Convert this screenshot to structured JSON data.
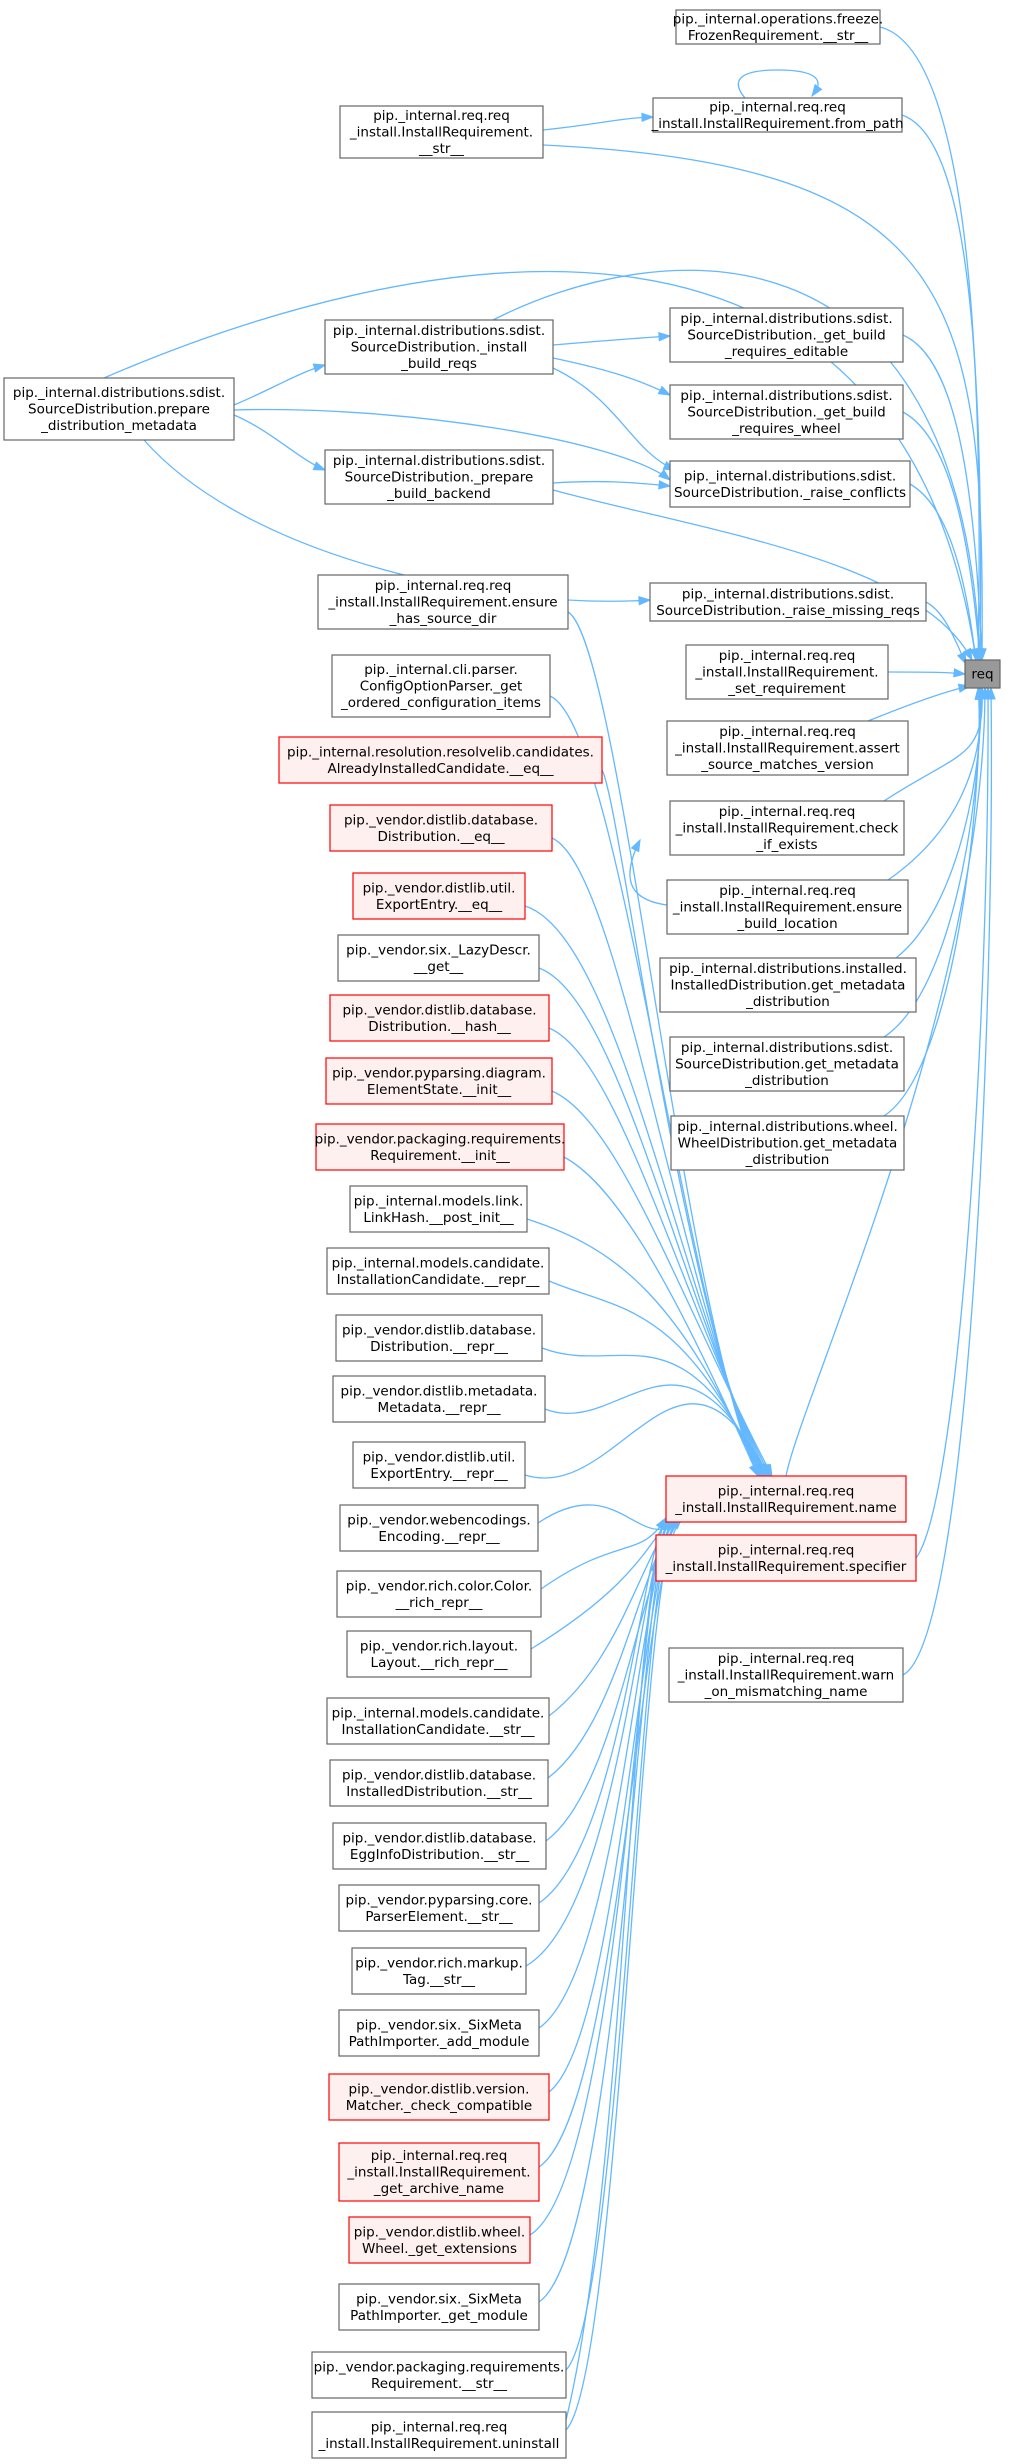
{
  "colors": {
    "edge": "#63b8ff",
    "node_border": "#666666",
    "node_fill": "#ffffff",
    "highlight_border": "#ff0000",
    "highlight_fill": "#fff0f0",
    "root_fill": "#999999"
  },
  "nodes": [
    {
      "id": "req",
      "kind": "root",
      "lines": [
        "req"
      ]
    },
    {
      "id": "freeze_str",
      "kind": "normal",
      "lines": [
        "pip._internal.operations.freeze.",
        "FrozenRequirement.__str__"
      ]
    },
    {
      "id": "from_path",
      "kind": "normal",
      "lines": [
        "pip._internal.req.req",
        "_install.InstallRequirement.from_path"
      ]
    },
    {
      "id": "ir_str",
      "kind": "normal",
      "lines": [
        "pip._internal.req.req",
        "_install.InstallRequirement.",
        "__str__"
      ]
    },
    {
      "id": "install_build_reqs",
      "kind": "normal",
      "lines": [
        "pip._internal.distributions.sdist.",
        "SourceDistribution._install",
        "_build_reqs"
      ]
    },
    {
      "id": "get_build_editable",
      "kind": "normal",
      "lines": [
        "pip._internal.distributions.sdist.",
        "SourceDistribution._get_build",
        "_requires_editable"
      ]
    },
    {
      "id": "prepare_meta",
      "kind": "normal",
      "lines": [
        "pip._internal.distributions.sdist.",
        "SourceDistribution.prepare",
        "_distribution_metadata"
      ]
    },
    {
      "id": "get_build_wheel",
      "kind": "normal",
      "lines": [
        "pip._internal.distributions.sdist.",
        "SourceDistribution._get_build",
        "_requires_wheel"
      ]
    },
    {
      "id": "prepare_backend",
      "kind": "normal",
      "lines": [
        "pip._internal.distributions.sdist.",
        "SourceDistribution._prepare",
        "_build_backend"
      ]
    },
    {
      "id": "raise_conflicts",
      "kind": "normal",
      "lines": [
        "pip._internal.distributions.sdist.",
        "SourceDistribution._raise_conflicts"
      ]
    },
    {
      "id": "ensure_src",
      "kind": "normal",
      "lines": [
        "pip._internal.req.req",
        "_install.InstallRequirement.ensure",
        "_has_source_dir"
      ]
    },
    {
      "id": "raise_missing",
      "kind": "normal",
      "lines": [
        "pip._internal.distributions.sdist.",
        "SourceDistribution._raise_missing_reqs"
      ]
    },
    {
      "id": "set_req",
      "kind": "normal",
      "lines": [
        "pip._internal.req.req",
        "_install.InstallRequirement.",
        "_set_requirement"
      ]
    },
    {
      "id": "cfg_items",
      "kind": "normal",
      "lines": [
        "pip._internal.cli.parser.",
        "ConfigOptionParser._get",
        "_ordered_configuration_items"
      ]
    },
    {
      "id": "assert_src",
      "kind": "normal",
      "lines": [
        "pip._internal.req.req",
        "_install.InstallRequirement.assert",
        "_source_matches_version"
      ]
    },
    {
      "id": "already_eq",
      "kind": "highlight",
      "lines": [
        "pip._internal.resolution.resolvelib.candidates.",
        "AlreadyInstalledCandidate.__eq__"
      ]
    },
    {
      "id": "check_exists",
      "kind": "normal",
      "lines": [
        "pip._internal.req.req",
        "_install.InstallRequirement.check",
        "_if_exists"
      ]
    },
    {
      "id": "dist_eq",
      "kind": "highlight",
      "lines": [
        "pip._vendor.distlib.database.",
        "Distribution.__eq__"
      ]
    },
    {
      "id": "ensure_build",
      "kind": "normal",
      "lines": [
        "pip._internal.req.req",
        "_install.InstallRequirement.ensure",
        "_build_location"
      ]
    },
    {
      "id": "export_eq",
      "kind": "highlight",
      "lines": [
        "pip._vendor.distlib.util.",
        "ExportEntry.__eq__"
      ]
    },
    {
      "id": "lazy_get",
      "kind": "normal",
      "lines": [
        "pip._vendor.six._LazyDescr.",
        "__get__"
      ]
    },
    {
      "id": "installed_meta",
      "kind": "normal",
      "lines": [
        "pip._internal.distributions.installed.",
        "InstalledDistribution.get_metadata",
        "_distribution"
      ]
    },
    {
      "id": "dist_hash",
      "kind": "highlight",
      "lines": [
        "pip._vendor.distlib.database.",
        "Distribution.__hash__"
      ]
    },
    {
      "id": "sdist_meta",
      "kind": "normal",
      "lines": [
        "pip._internal.distributions.sdist.",
        "SourceDistribution.get_metadata",
        "_distribution"
      ]
    },
    {
      "id": "elem_init",
      "kind": "highlight",
      "lines": [
        "pip._vendor.pyparsing.diagram.",
        "ElementState.__init__"
      ]
    },
    {
      "id": "wheel_meta",
      "kind": "normal",
      "lines": [
        "pip._internal.distributions.wheel.",
        "WheelDistribution.get_metadata",
        "_distribution"
      ]
    },
    {
      "id": "req_init",
      "kind": "highlight",
      "lines": [
        "pip._vendor.packaging.requirements.",
        "Requirement.__init__"
      ]
    },
    {
      "id": "linkhash",
      "kind": "normal",
      "lines": [
        "pip._internal.models.link.",
        "LinkHash.__post_init__"
      ]
    },
    {
      "id": "cand_repr",
      "kind": "normal",
      "lines": [
        "pip._internal.models.candidate.",
        "InstallationCandidate.__repr__"
      ]
    },
    {
      "id": "dist_repr",
      "kind": "normal",
      "lines": [
        "pip._vendor.distlib.database.",
        "Distribution.__repr__"
      ]
    },
    {
      "id": "meta_repr",
      "kind": "normal",
      "lines": [
        "pip._vendor.distlib.metadata.",
        "Metadata.__repr__"
      ]
    },
    {
      "id": "export_repr",
      "kind": "normal",
      "lines": [
        "pip._vendor.distlib.util.",
        "ExportEntry.__repr__"
      ]
    },
    {
      "id": "name",
      "kind": "highlight",
      "lines": [
        "pip._internal.req.req",
        "_install.InstallRequirement.name"
      ]
    },
    {
      "id": "enc_repr",
      "kind": "normal",
      "lines": [
        "pip._vendor.webencodings.",
        "Encoding.__repr__"
      ]
    },
    {
      "id": "specifier",
      "kind": "highlight",
      "lines": [
        "pip._internal.req.req",
        "_install.InstallRequirement.specifier"
      ]
    },
    {
      "id": "color_repr",
      "kind": "normal",
      "lines": [
        "pip._vendor.rich.color.Color.",
        "__rich_repr__"
      ]
    },
    {
      "id": "layout_repr",
      "kind": "normal",
      "lines": [
        "pip._vendor.rich.layout.",
        "Layout.__rich_repr__"
      ]
    },
    {
      "id": "warn_mismatch",
      "kind": "normal",
      "lines": [
        "pip._internal.req.req",
        "_install.InstallRequirement.warn",
        "_on_mismatching_name"
      ]
    },
    {
      "id": "cand_str",
      "kind": "normal",
      "lines": [
        "pip._internal.models.candidate.",
        "InstallationCandidate.__str__"
      ]
    },
    {
      "id": "inst_dist_str",
      "kind": "normal",
      "lines": [
        "pip._vendor.distlib.database.",
        "InstalledDistribution.__str__"
      ]
    },
    {
      "id": "egg_str",
      "kind": "normal",
      "lines": [
        "pip._vendor.distlib.database.",
        "EggInfoDistribution.__str__"
      ]
    },
    {
      "id": "parser_str",
      "kind": "normal",
      "lines": [
        "pip._vendor.pyparsing.core.",
        "ParserElement.__str__"
      ]
    },
    {
      "id": "tag_str",
      "kind": "normal",
      "lines": [
        "pip._vendor.rich.markup.",
        "Tag.__str__"
      ]
    },
    {
      "id": "add_module",
      "kind": "normal",
      "lines": [
        "pip._vendor.six._SixMeta",
        "PathImporter._add_module"
      ]
    },
    {
      "id": "matcher_check",
      "kind": "highlight",
      "lines": [
        "pip._vendor.distlib.version.",
        "Matcher._check_compatible"
      ]
    },
    {
      "id": "archive_name",
      "kind": "highlight",
      "lines": [
        "pip._internal.req.req",
        "_install.InstallRequirement.",
        "_get_archive_name"
      ]
    },
    {
      "id": "wheel_ext",
      "kind": "highlight",
      "lines": [
        "pip._vendor.distlib.wheel.",
        "Wheel._get_extensions"
      ]
    },
    {
      "id": "get_module",
      "kind": "normal",
      "lines": [
        "pip._vendor.six._SixMeta",
        "PathImporter._get_module"
      ]
    },
    {
      "id": "req_str",
      "kind": "normal",
      "lines": [
        "pip._vendor.packaging.requirements.",
        "Requirement.__str__"
      ]
    },
    {
      "id": "uninstall",
      "kind": "normal",
      "lines": [
        "pip._internal.req.req",
        "_install.InstallRequirement.uninstall"
      ]
    }
  ]
}
